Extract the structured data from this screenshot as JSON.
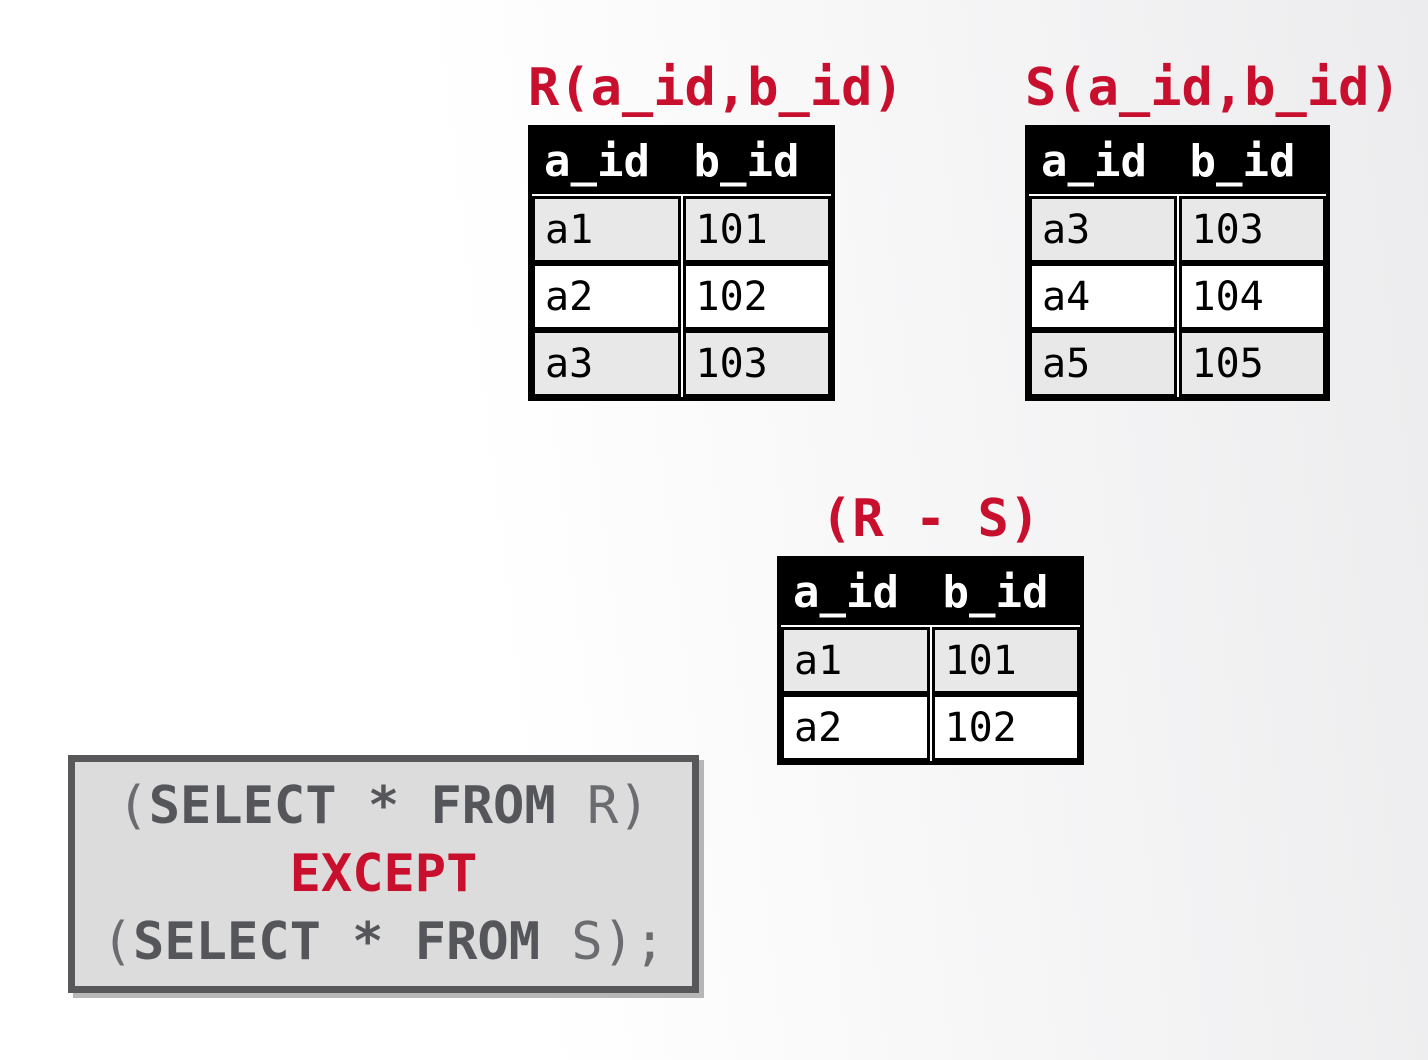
{
  "colors": {
    "accent": "#c8102e",
    "keyword_gray": "#55565a",
    "plain_gray": "#6b6c70",
    "box_fill": "#dcdcdc",
    "box_border": "#58585b",
    "row_shaded": "#e8e8e8",
    "row_plain": "#ffffff",
    "header_bg": "#000000",
    "header_text": "#ffffff",
    "cell_text": "#000000",
    "table_border": "#000000",
    "bg_left": "#ffffff",
    "bg_right": "#ececee"
  },
  "tables": {
    "r": {
      "title": "R(a_id,b_id)",
      "headers": [
        "a_id",
        "b_id"
      ],
      "rows": [
        [
          "a1",
          "101"
        ],
        [
          "a2",
          "102"
        ],
        [
          "a3",
          "103"
        ]
      ]
    },
    "s": {
      "title": "S(a_id,b_id)",
      "headers": [
        "a_id",
        "b_id"
      ],
      "rows": [
        [
          "a3",
          "103"
        ],
        [
          "a4",
          "104"
        ],
        [
          "a5",
          "105"
        ]
      ]
    },
    "result": {
      "title": "(R - S)",
      "headers": [
        "a_id",
        "b_id"
      ],
      "rows": [
        [
          "a1",
          "101"
        ],
        [
          "a2",
          "102"
        ]
      ]
    }
  },
  "query": {
    "line1": {
      "open": "(",
      "keywords": "SELECT * FROM",
      "rest": " R)"
    },
    "line2": {
      "keyword": "EXCEPT"
    },
    "line3": {
      "open": "(",
      "keywords": "SELECT * FROM",
      "rest": " S);"
    }
  }
}
